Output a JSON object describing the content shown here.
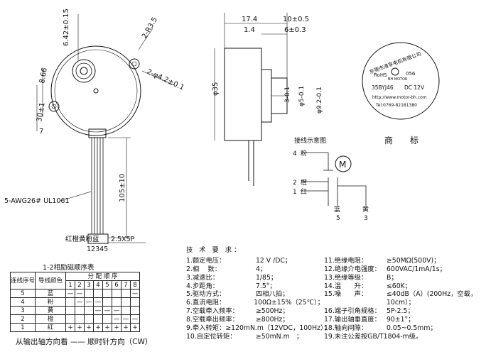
{
  "front_view": {
    "dims": [
      "6.42±0.15",
      "2-R3.5",
      "8.66",
      "2-φ4.2±0.1",
      "30±1",
      "7"
    ],
    "lead_spec": "5-AWG26# UL1061",
    "lead_length": "105±10",
    "wire_colors": "红橙黄粉蓝",
    "pin_numbers": "12345",
    "connector": "2.5X5P"
  },
  "side_view": {
    "dims": [
      "17.4",
      "10±0.5",
      "1.4",
      "6±0.3",
      "φ35",
      "3-0.1",
      "φ5-0.1",
      "φ9.2-0.1"
    ]
  },
  "label": {
    "company": "东莞市清享电机有限公司",
    "rohs": "RoHS",
    "logo_text": "BH MOTOR",
    "code": "056",
    "model": "35BYJ46",
    "voltage": "DC 12V",
    "website": "http://www.motor-bh.com",
    "tel": "Tel:0769-82181380"
  },
  "wiring": {
    "title": "接线示意图",
    "brand_label": "商　　标",
    "motor": "M",
    "pins": [
      {
        "num": "4",
        "color": "粉"
      },
      {
        "num": "2",
        "color": "橙"
      },
      {
        "num": "1",
        "color": "红"
      },
      {
        "num": "5",
        "color": "蓝"
      },
      {
        "num": "3",
        "color": "黄"
      }
    ]
  },
  "sequence": {
    "title": "1-2相励磁顺序表",
    "header_seq": "连线序号",
    "header_color": "导线颜色",
    "header_order": "分 配 顺 序",
    "steps": [
      "1",
      "2",
      "3",
      "4",
      "5",
      "6",
      "7",
      "8"
    ],
    "rows": [
      {
        "num": "5",
        "color": "蓝",
        "cells": [
          "—",
          "—",
          "",
          "",
          "",
          "",
          "",
          "—"
        ]
      },
      {
        "num": "4",
        "color": "粉",
        "cells": [
          "",
          "—",
          "—",
          "—",
          "",
          "",
          "",
          ""
        ]
      },
      {
        "num": "3",
        "color": "黄",
        "cells": [
          "",
          "",
          "",
          "—",
          "—",
          "—",
          "",
          ""
        ]
      },
      {
        "num": "2",
        "color": "橙",
        "cells": [
          "",
          "",
          "",
          "",
          "",
          "—",
          "—",
          "—"
        ]
      },
      {
        "num": "1",
        "color": "红",
        "cells": [
          "+",
          "+",
          "+",
          "+",
          "+",
          "+",
          "+",
          "+"
        ]
      }
    ],
    "direction": "从输出轴方向看 —— 顺时针方向（CW）"
  },
  "specs": {
    "title": "技 术 要 求：",
    "left": [
      {
        "k": "1.额定电压：",
        "v": "12 V /DC；"
      },
      {
        "k": "2.相　 数：",
        "v": "4；"
      },
      {
        "k": "3.减速比：",
        "v": "1/85；"
      },
      {
        "k": "4.步距角：",
        "v": "7.5°；"
      },
      {
        "k": "5.驱动方式：",
        "v": "四相八拍；"
      },
      {
        "k": "6.直流电阻：",
        "v": "100Ω±15%（25℃）；"
      },
      {
        "k": "7.空载牵入频率：",
        "v": "≥500Hz；"
      },
      {
        "k": "8.空载牵出频率：",
        "v": "≥800Hz；"
      },
      {
        "k": "9.牵入转矩：",
        "v": "≥120mN.m（12VDC，100Hz）；"
      },
      {
        "k": "10.自定位转矩：",
        "v": "≥50mN.m　；"
      }
    ],
    "right": [
      {
        "k": "11.绝缘电阻：",
        "v": "≥50MΩ(500V)；"
      },
      {
        "k": "12.绝缘介电强度：",
        "v": "600VAC/1mA/1s；"
      },
      {
        "k": "13.绝缘等级：",
        "v": "B；"
      },
      {
        "k": "14.温　　升：",
        "v": "≤60K；"
      },
      {
        "k": "15.噪　　声：",
        "v": "≤40dB（A）(200Hz，空载，"
      },
      {
        "k": "",
        "v": "10cm）；"
      },
      {
        "k": "16.端子引角规格：",
        "v": "5P-2.5；"
      },
      {
        "k": "17.输出轴垂直度：",
        "v": "90±1°；"
      },
      {
        "k": "18.轴向间隙：",
        "v": "0.05~0.5mm；"
      },
      {
        "k": "19.未注公差按GB/T1804-m级。",
        "v": ""
      }
    ]
  }
}
